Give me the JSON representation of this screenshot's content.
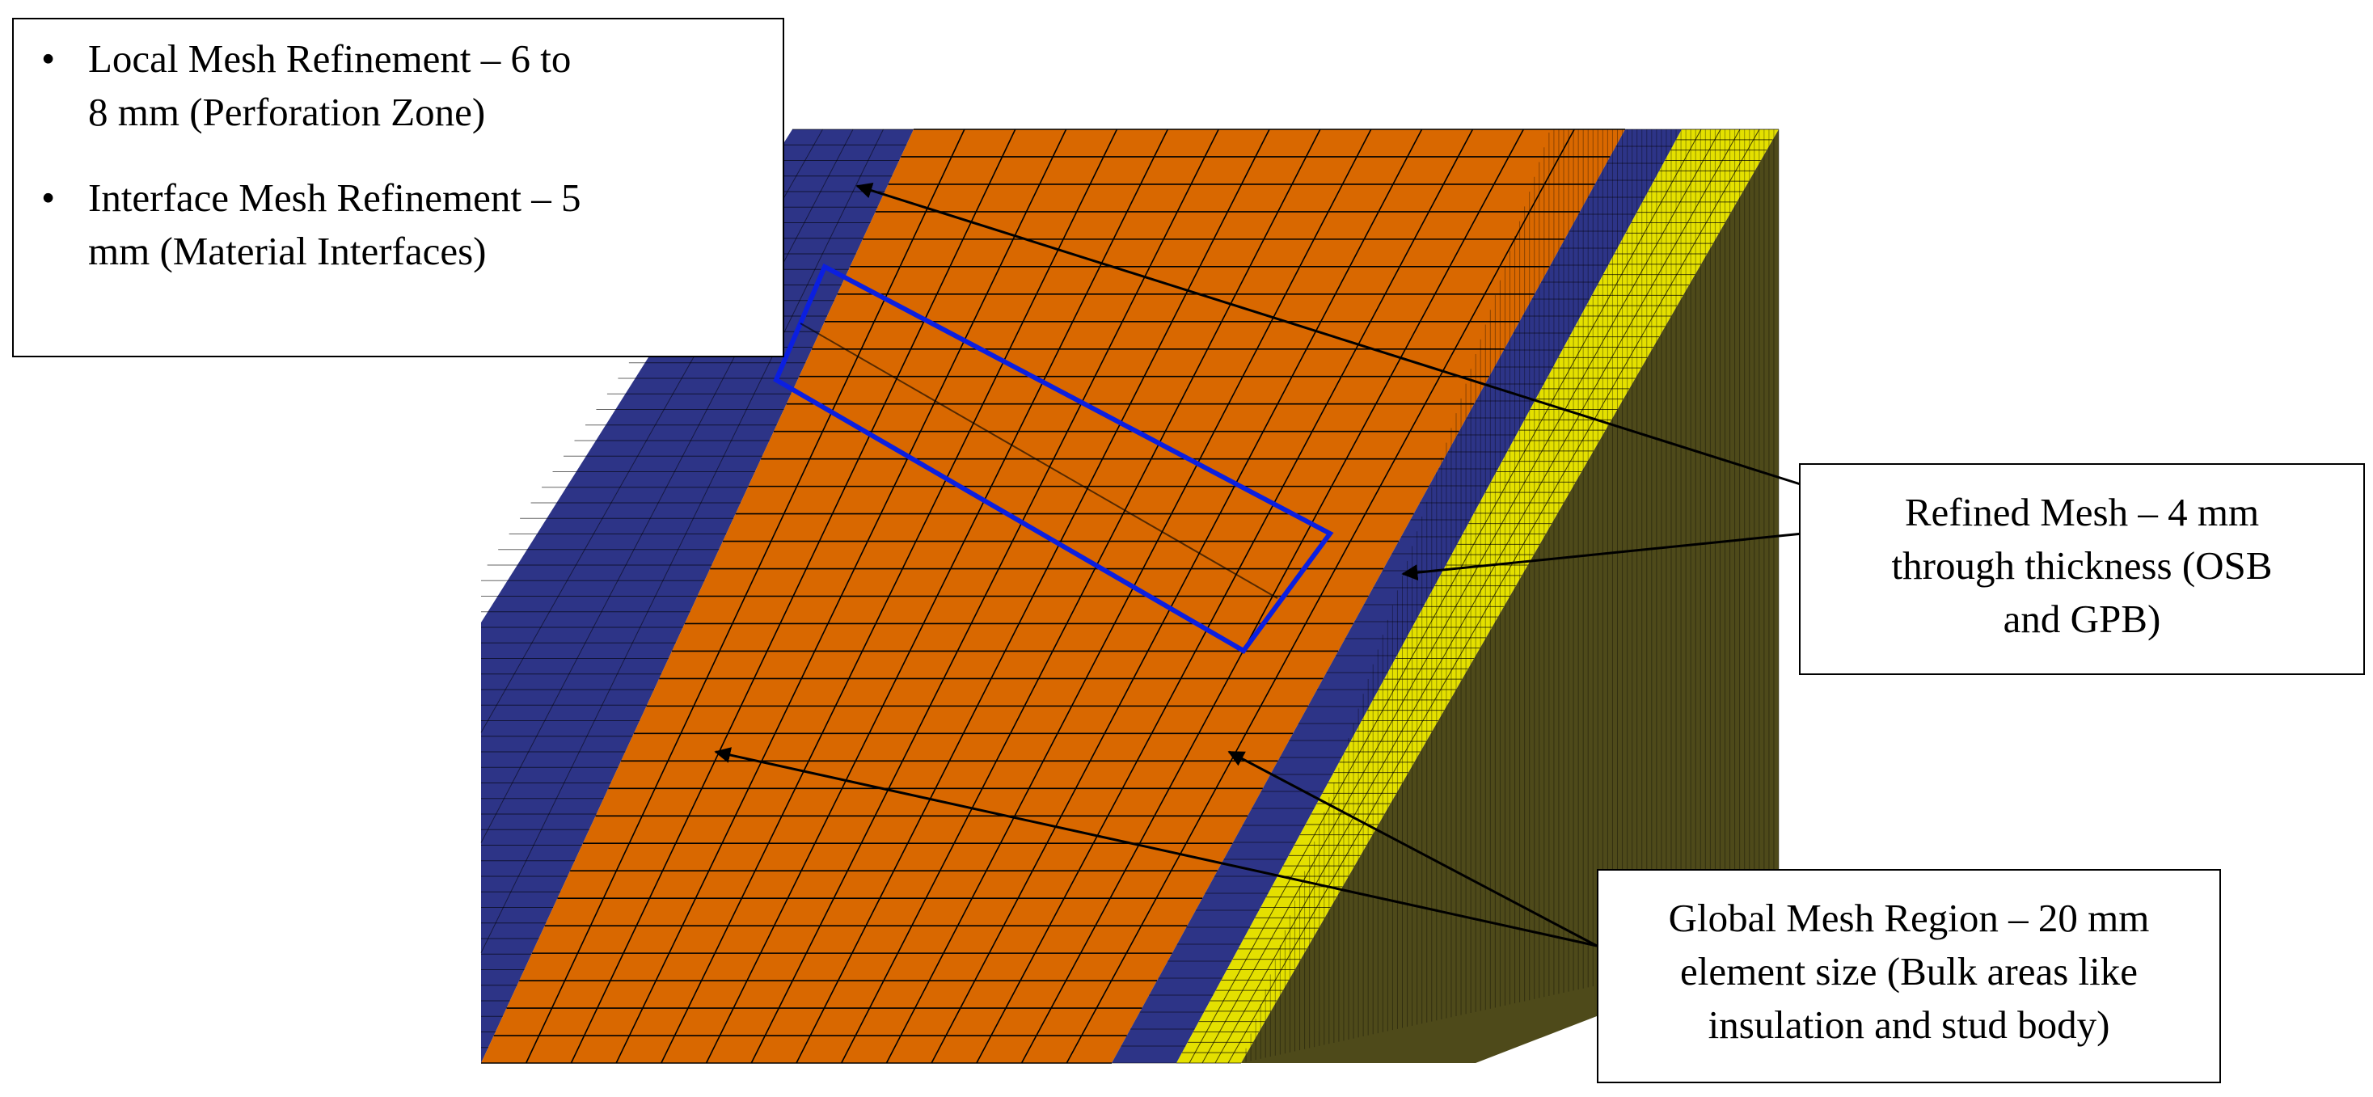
{
  "colors": {
    "orange": "#D96800",
    "navy": "#2D3487",
    "yellow": "#E4E000",
    "olive": "#4E4A1A",
    "highlight": "#0B1FE0",
    "mesh_line": "#000000"
  },
  "callouts": {
    "top_left": {
      "items": [
        {
          "bullet": "•",
          "lines": [
            "Local Mesh Refinement – 6 to",
            "8 mm (Perforation Zone)"
          ]
        },
        {
          "bullet": "•",
          "lines": [
            "Interface Mesh Refinement – 5",
            "mm (Material Interfaces)"
          ]
        }
      ]
    },
    "right": {
      "lines": [
        "Refined Mesh – 4 mm",
        "through thickness (OSB",
        "and GPB)"
      ]
    },
    "bottom_right": {
      "lines": [
        "Global Mesh Region – 20 mm",
        "element size  (Bulk areas like",
        "insulation and stud body)"
      ]
    }
  }
}
